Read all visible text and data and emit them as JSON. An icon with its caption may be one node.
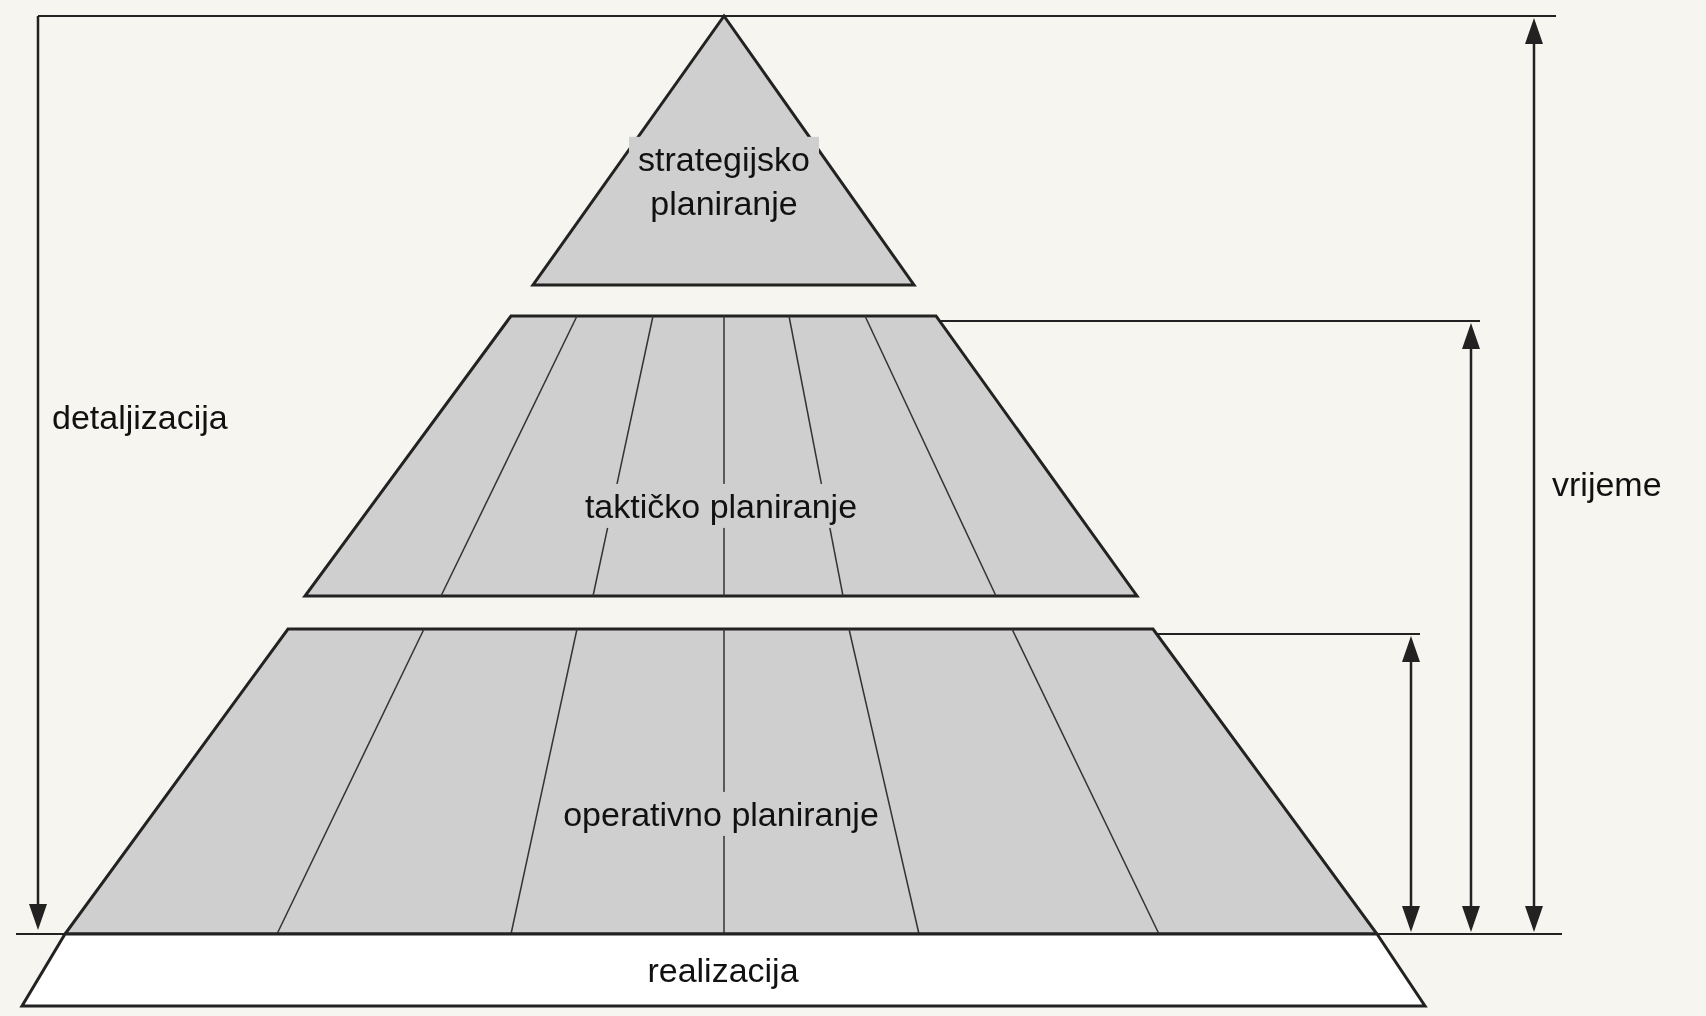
{
  "diagram": {
    "nodes": [
      {
        "text": [
          "strategijsko planiranje"
        ]
      },
      {
        "text": [
          "taktičko planiranje"
        ]
      },
      {
        "text": [
          "operativno planiranje"
        ]
      },
      {
        "text": [
          "realizacija"
        ]
      }
    ],
    "labels": [
      "detaljizacija",
      "vrijeme"
    ]
  }
}
